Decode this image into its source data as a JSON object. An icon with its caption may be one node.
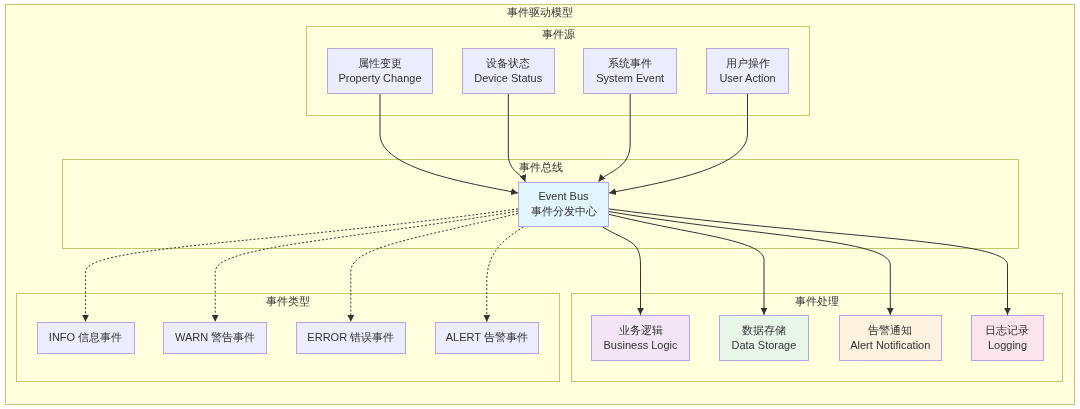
{
  "diagram": {
    "nodes": [
      {
        "text": [
          "事件驱动模型"
        ]
      },
      {
        "text": [
          "事件源"
        ],
        "in": 0
      },
      {
        "text": [
          "属性变更",
          "Property Change"
        ],
        "in": 1
      },
      {
        "text": [
          "设备状态",
          "Device Status"
        ],
        "in": 1
      },
      {
        "text": [
          "系统事件",
          "System Event"
        ],
        "in": 1
      },
      {
        "text": [
          "用户操作",
          "User Action"
        ],
        "in": 1
      },
      {
        "text": [
          "事件总线"
        ],
        "in": 0
      },
      {
        "text": [
          "Event Bus",
          "事件分发中心"
        ],
        "in": 6
      },
      {
        "text": [
          "事件类型"
        ],
        "in": 0
      },
      {
        "text": [
          "INFO 信息事件"
        ],
        "in": 8
      },
      {
        "text": [
          "WARN 警告事件"
        ],
        "in": 8
      },
      {
        "text": [
          "ERROR 错误事件"
        ],
        "in": 8
      },
      {
        "text": [
          "ALERT 告警事件"
        ],
        "in": 8
      },
      {
        "text": [
          "事件处理"
        ],
        "in": 0
      },
      {
        "text": [
          "业务逻辑",
          "Business Logic"
        ],
        "in": 13
      },
      {
        "text": [
          "数据存储",
          "Data Storage"
        ],
        "in": 13
      },
      {
        "text": [
          "告警通知",
          "Alert Notification"
        ],
        "in": 13
      },
      {
        "text": [
          "日志记录",
          "Logging"
        ],
        "in": 13
      }
    ],
    "edges": [
      {
        "from": 2,
        "to": 7,
        "arrow": "to"
      },
      {
        "from": 3,
        "to": 7,
        "arrow": "to"
      },
      {
        "from": 4,
        "to": 7,
        "arrow": "to"
      },
      {
        "from": 5,
        "to": 7,
        "arrow": "to"
      },
      {
        "from": 7,
        "to": 9,
        "arrow": "to",
        "style": "dashed"
      },
      {
        "from": 7,
        "to": 10,
        "arrow": "to",
        "style": "dashed"
      },
      {
        "from": 7,
        "to": 11,
        "arrow": "to",
        "style": "dashed"
      },
      {
        "from": 7,
        "to": 12,
        "arrow": "to",
        "style": "dashed"
      },
      {
        "from": 7,
        "to": 14,
        "arrow": "to"
      },
      {
        "from": 7,
        "to": 15,
        "arrow": "to"
      },
      {
        "from": 7,
        "to": 16,
        "arrow": "to"
      },
      {
        "from": 7,
        "to": 17,
        "arrow": "to"
      }
    ]
  }
}
